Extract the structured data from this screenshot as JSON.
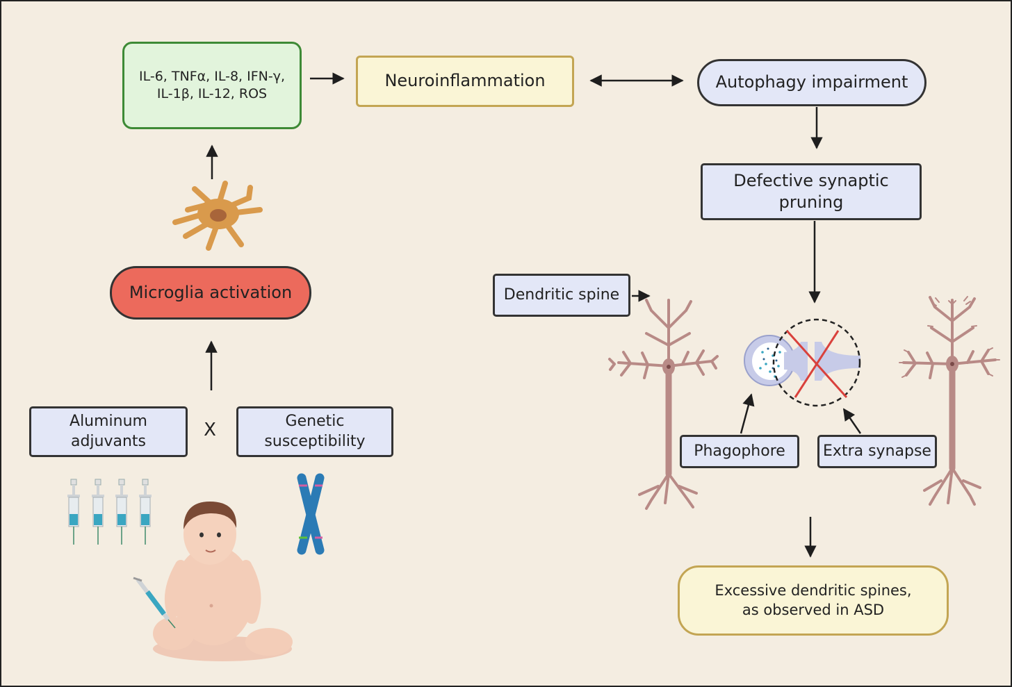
{
  "diagram": {
    "cytokines": {
      "line1": "IL-6, TNFα, IL-8, IFN-γ,",
      "line2": "IL-1β, IL-12, ROS"
    },
    "neuroinflammation": "Neuroinflammation",
    "autophagy": "Autophagy impairment",
    "defective": {
      "line1": "Defective synaptic",
      "line2": "pruning"
    },
    "microglia": "Microglia activation",
    "dendritic_spine": "Dendritic spine",
    "aluminum": {
      "line1": "Aluminum",
      "line2": "adjuvants"
    },
    "times": "X",
    "genetic": {
      "line1": "Genetic",
      "line2": "susceptibility"
    },
    "phagophore": "Phagophore",
    "extra_synapse": "Extra synapse",
    "excessive": {
      "line1": "Excessive dendritic spines,",
      "line2": "as observed in ASD"
    }
  },
  "colors": {
    "background": "#f4ede1",
    "cytokine_fill": "#e2f4dc",
    "cytokine_border": "#3e8a36",
    "inflammation_fill": "#faf5d6",
    "inflammation_border": "#c3a553",
    "lavender_fill": "#e3e7f7",
    "microglia_fill": "#ec6a5c",
    "neuron": "#b88a86",
    "cross_mark": "#d9413c",
    "chromosome": "#2b7bb5",
    "microglia_cell": "#d99a4c"
  },
  "icons": [
    "microglia-cell-icon",
    "syringe-icon",
    "baby-illustration",
    "chromosome-icon",
    "neuron-icon",
    "synapse-icon"
  ]
}
